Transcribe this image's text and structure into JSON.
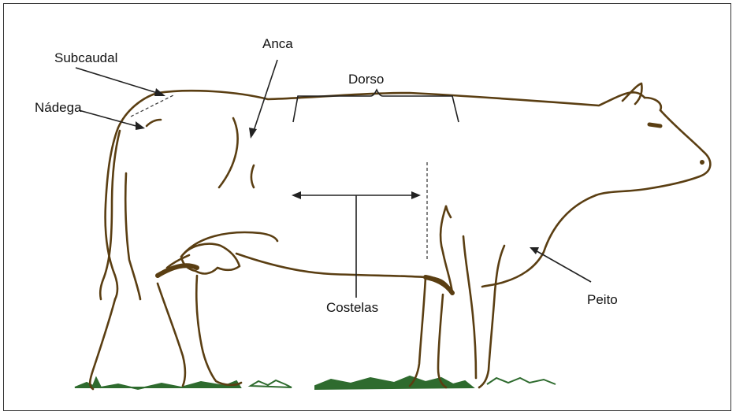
{
  "labels": {
    "subcaudal": "Subcaudal",
    "nadega": "Nádega",
    "anca": "Anca",
    "dorso": "Dorso",
    "costelas": "Costelas",
    "peito": "Peito"
  },
  "colors": {
    "outline": "#5a3e12",
    "grass": "#2e6b2e",
    "text": "#111111",
    "frame": "#333333"
  }
}
